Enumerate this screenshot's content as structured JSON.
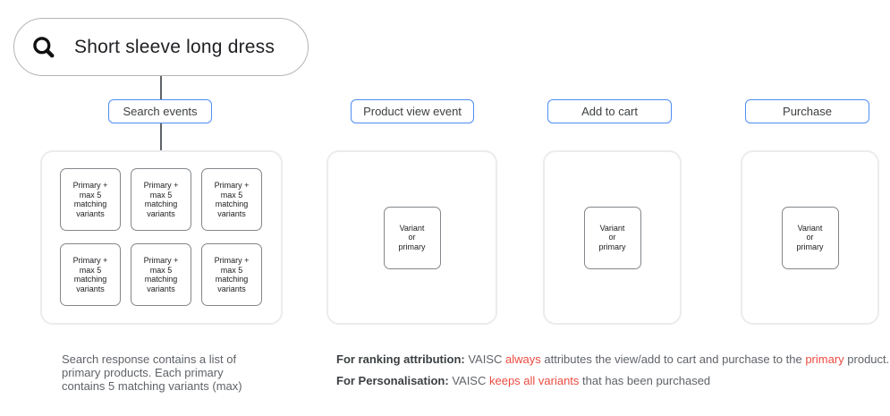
{
  "search_bar": {
    "query": "Short sleeve long dress",
    "icon": "search-icon"
  },
  "events": [
    {
      "id": "search_events",
      "label": "Search events"
    },
    {
      "id": "product_view_event",
      "label": "Product view event"
    },
    {
      "id": "add_to_cart",
      "label": "Add to cart"
    },
    {
      "id": "purchase",
      "label": "Purchase"
    }
  ],
  "panels": {
    "search": {
      "box_label": "Primary +\nmax 5\nmatching\nvariants",
      "box_count": 6
    },
    "product_view": {
      "box_label": "Variant\nor\nprimary"
    },
    "add_to_cart": {
      "box_label": "Variant\nor\nprimary"
    },
    "purchase": {
      "box_label": "Variant\nor\nprimary"
    }
  },
  "notes": {
    "search_note": "Search response contains a list of\nprimary products. Each primary\ncontains 5 matching variants (max)",
    "ranking": {
      "segments": [
        {
          "text": "For ranking attribution:",
          "style": "bold"
        },
        {
          "text": " VAISC ",
          "style": "normal"
        },
        {
          "text": "always",
          "style": "red"
        },
        {
          "text": " attributes the view/add to cart and purchase to the ",
          "style": "normal"
        },
        {
          "text": "primary",
          "style": "red"
        },
        {
          "text": " product.",
          "style": "normal"
        }
      ]
    },
    "personalisation": {
      "segments": [
        {
          "text": "For Personalisation:",
          "style": "bold"
        },
        {
          "text": " VAISC ",
          "style": "normal"
        },
        {
          "text": "keeps all variants",
          "style": "red"
        },
        {
          "text": " that has been purchased",
          "style": "normal"
        }
      ]
    }
  },
  "colors": {
    "accent_blue": "#4e8df2",
    "highlight_red": "#ea4b40",
    "gray_text": "#5f6368",
    "dark_text": "#3c4043"
  }
}
